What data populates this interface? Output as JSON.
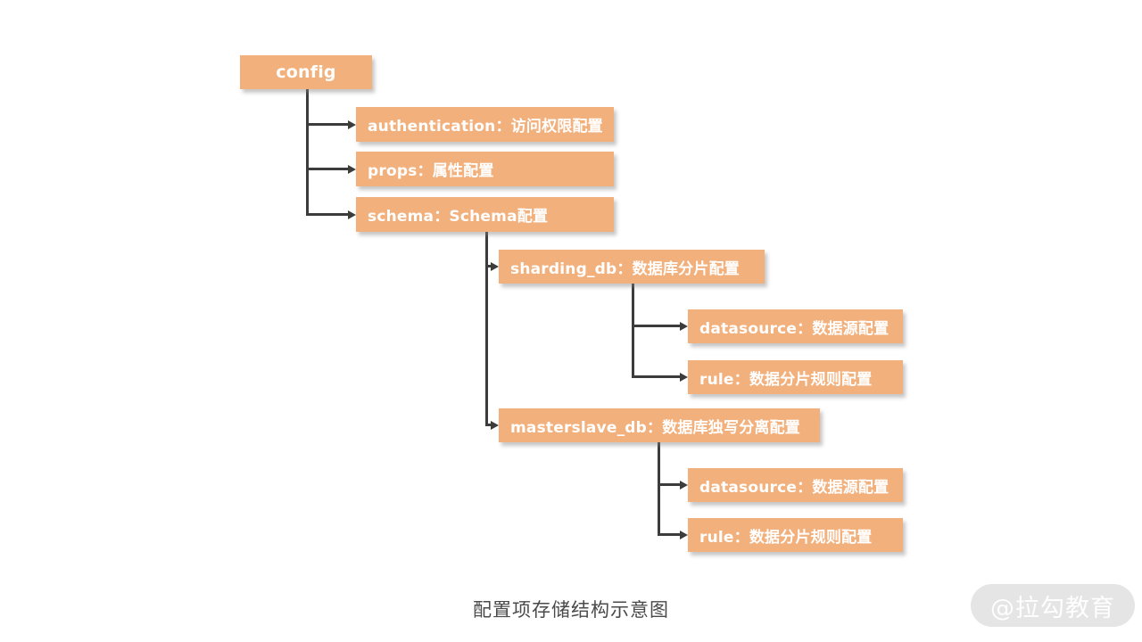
{
  "diagram": {
    "caption": "配置项存储结构示意图",
    "watermark": "@拉勾教育",
    "colors": {
      "node_fill": "#f2b07c",
      "node_text": "#ffffff",
      "connector": "#3c3c3c",
      "caption_text": "#4a4a4a",
      "watermark_bg": "#e5e5e5",
      "watermark_text": "#ffffff",
      "background": "#ffffff"
    },
    "tree": {
      "label": "config",
      "children": [
        {
          "label": "authentication：访问权限配置",
          "children": []
        },
        {
          "label": "props：属性配置",
          "children": []
        },
        {
          "label": "schema：Schema配置",
          "children": [
            {
              "label": "sharding_db：数据库分片配置",
              "children": [
                {
                  "label": "datasource：数据源配置"
                },
                {
                  "label": "rule：数据分片规则配置"
                }
              ]
            },
            {
              "label": "masterslave_db：数据库独写分离配置",
              "children": [
                {
                  "label": "datasource：数据源配置"
                },
                {
                  "label": "rule：数据分片规则配置"
                }
              ]
            }
          ]
        }
      ]
    }
  }
}
